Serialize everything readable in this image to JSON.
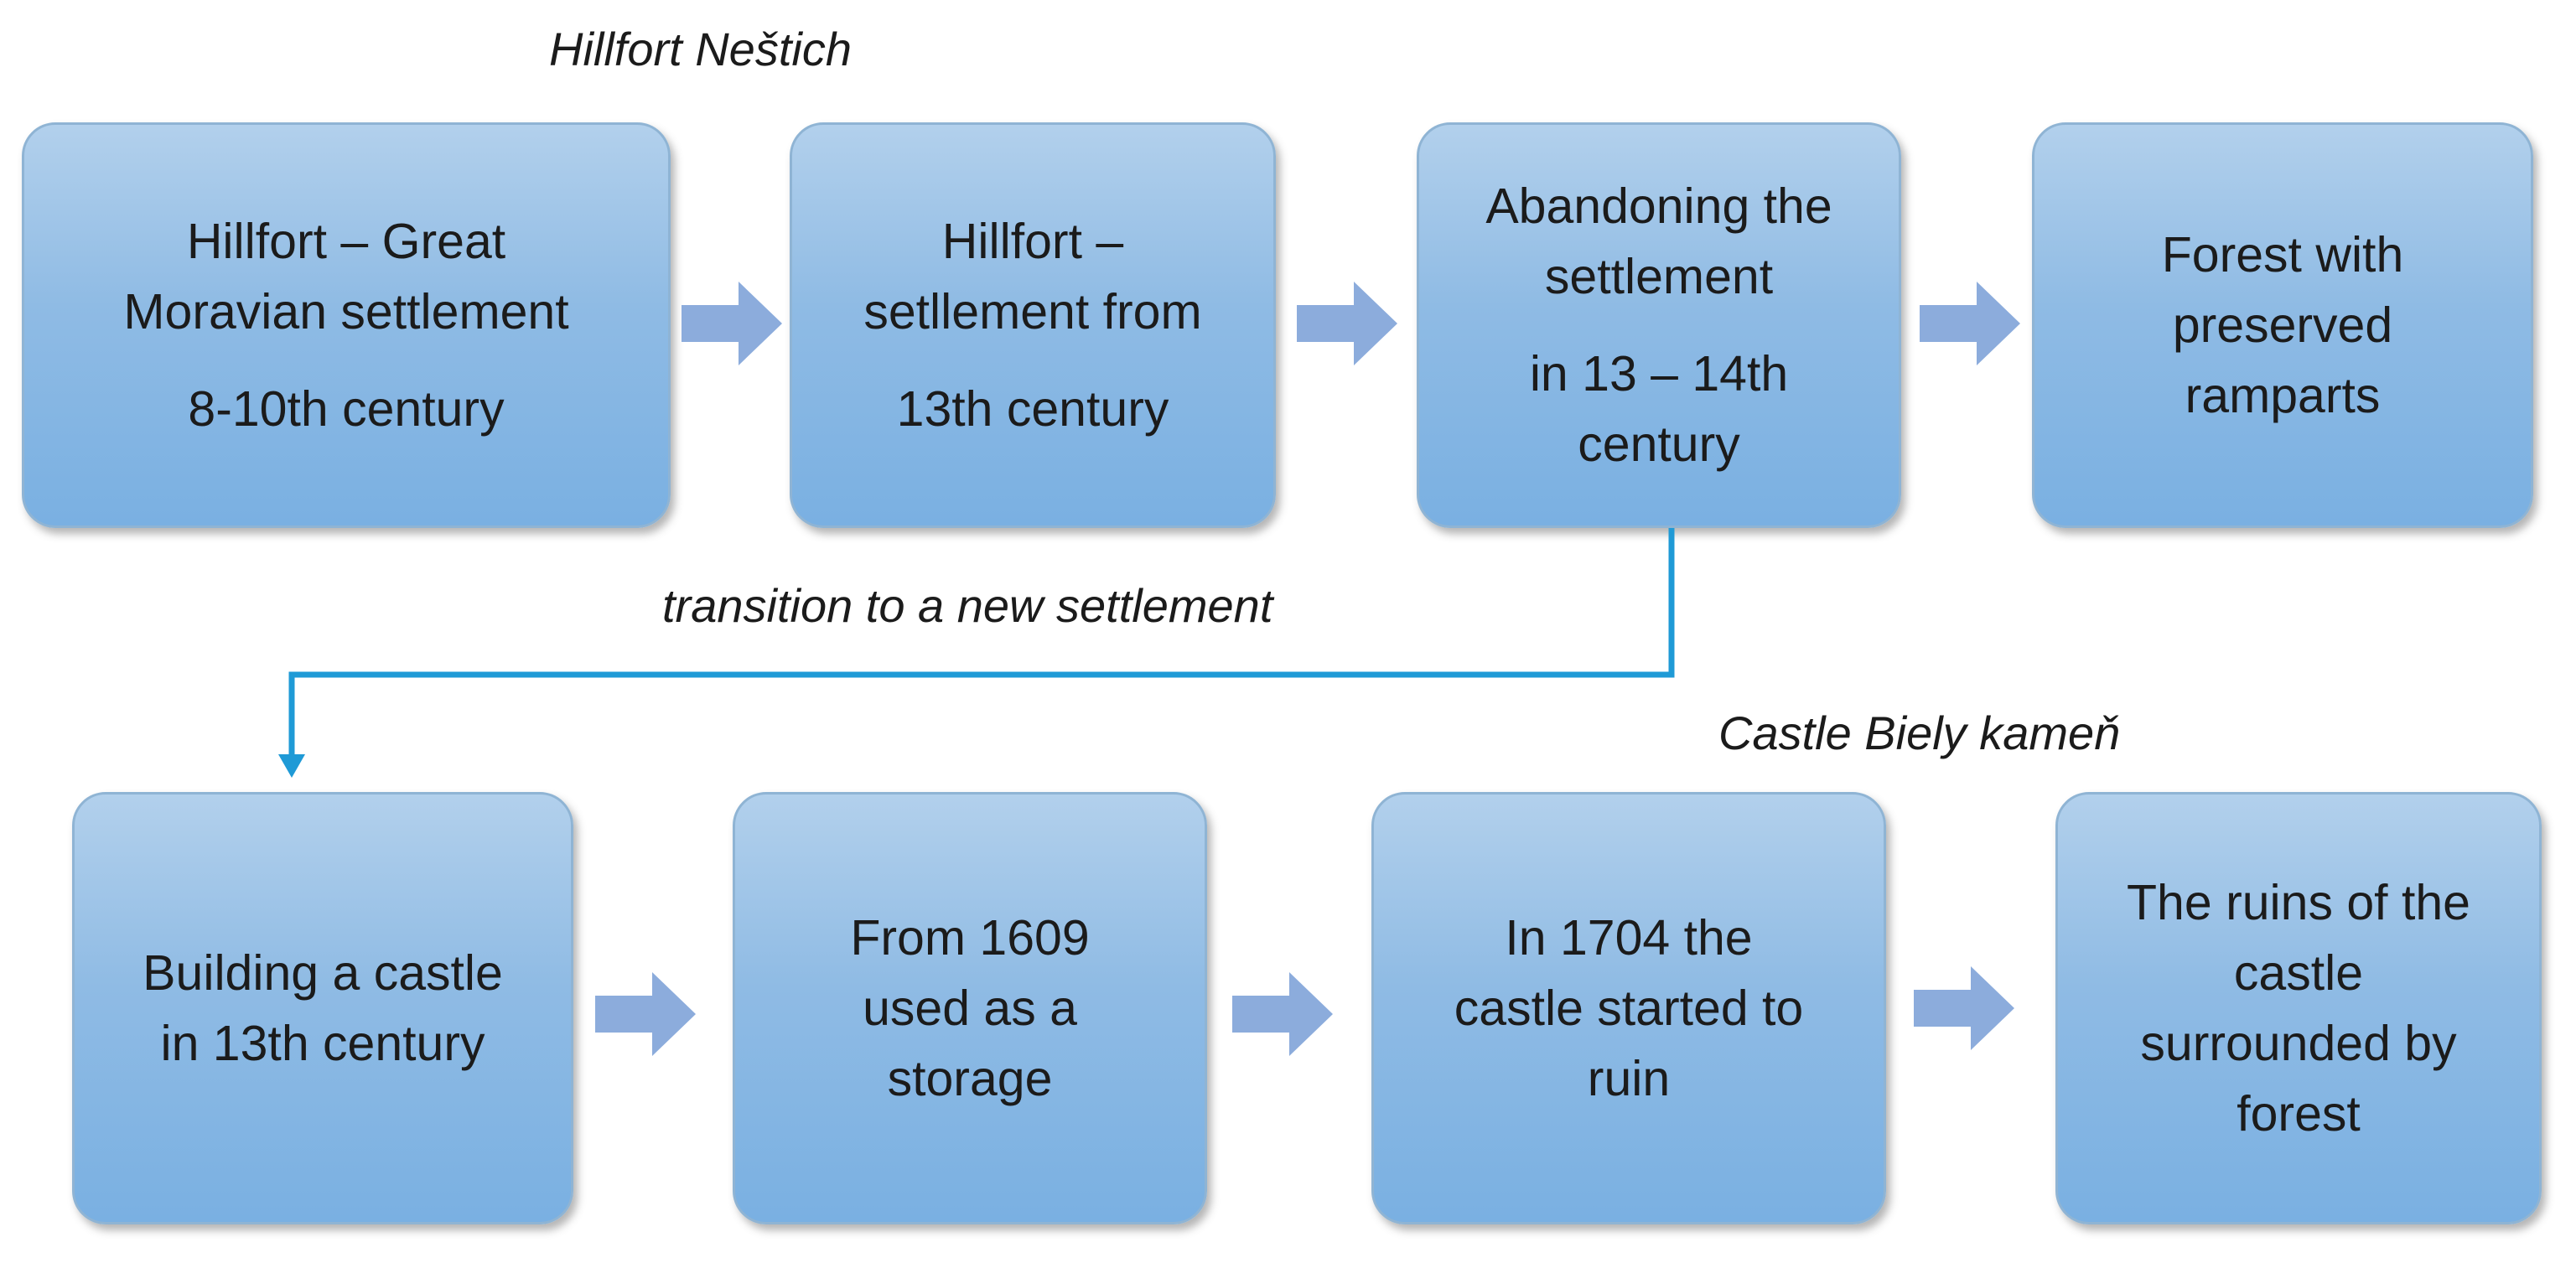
{
  "captions": {
    "hillfort_title": "Hillfort Neštich",
    "transition_label": "transition to a new settlement",
    "castle_title": "Castle Biely kameň"
  },
  "row1": [
    {
      "lines": [
        "Hillfort – Great",
        "Moravian settlement",
        "8-10th century"
      ]
    },
    {
      "lines": [
        "Hillfort –",
        "setllement from",
        "13th century"
      ]
    },
    {
      "lines": [
        "Abandoning the",
        "settlement",
        "in 13 – 14th",
        "century"
      ]
    },
    {
      "lines": [
        "Forest with",
        "preserved",
        "ramparts"
      ]
    }
  ],
  "row2": [
    {
      "lines": [
        "Building a castle",
        "in 13th century"
      ]
    },
    {
      "lines": [
        "From 1609",
        "used as a",
        "storage"
      ]
    },
    {
      "lines": [
        "In 1704 the",
        "castle started to",
        "ruin"
      ]
    },
    {
      "lines": [
        "The ruins of the",
        "castle",
        "surrounded by",
        "forest"
      ]
    }
  ],
  "colors": {
    "box_fill": "#8fbbe4",
    "arrow_fill": "#8cacdc",
    "connector": "#1f9ad6"
  }
}
